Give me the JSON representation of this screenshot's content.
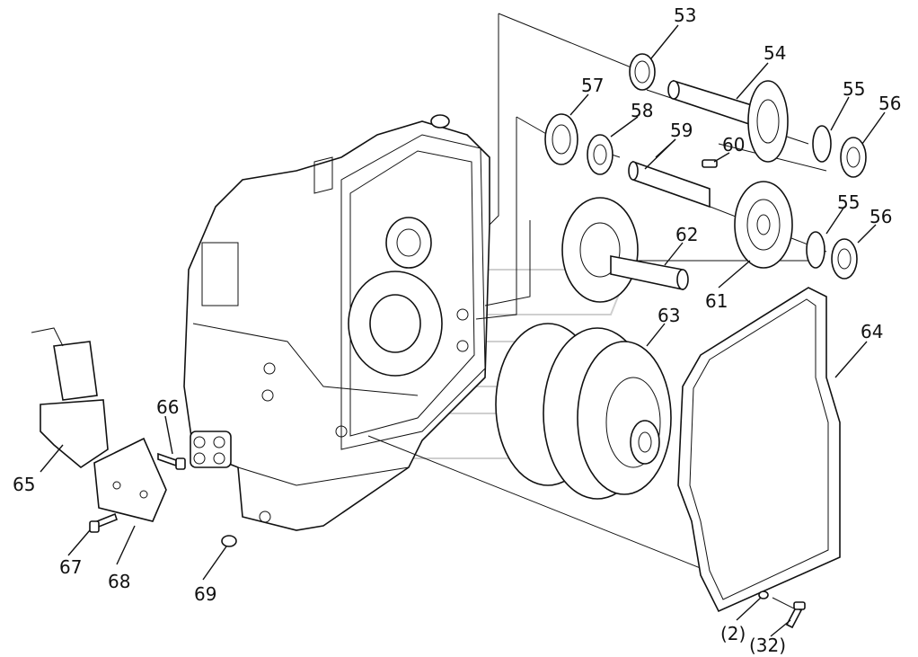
{
  "callouts": {
    "53": "53",
    "54": "54",
    "55a": "55",
    "56a": "56",
    "57": "57",
    "58": "58",
    "59": "59",
    "60": "60",
    "55b": "55",
    "56b": "56",
    "62": "62",
    "61": "61",
    "63": "63",
    "64": "64",
    "65": "65",
    "66": "66",
    "67": "67",
    "68": "68",
    "69": "69",
    "q2": "(2)",
    "q32": "(32)"
  }
}
